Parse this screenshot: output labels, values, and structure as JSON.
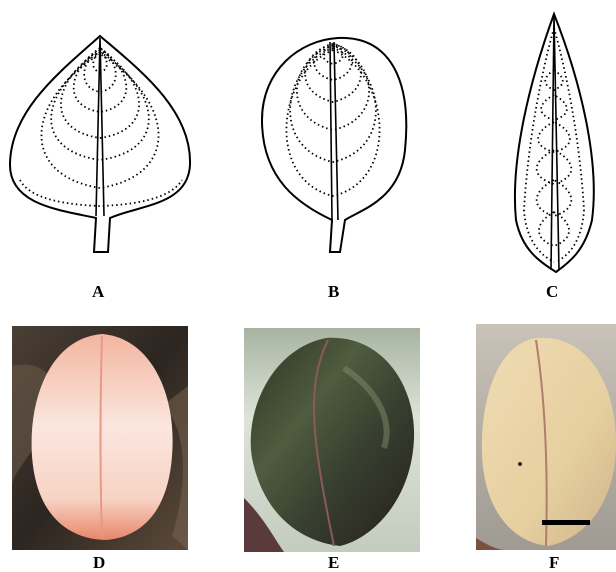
{
  "panels": {
    "a": {
      "label": "A"
    },
    "b": {
      "label": "B"
    },
    "c": {
      "label": "C"
    },
    "d": {
      "label": "D"
    },
    "e": {
      "label": "E"
    },
    "f": {
      "label": "F"
    }
  },
  "colors": {
    "outline": "#000000",
    "photo_d_bg": "#3a3129",
    "photo_d_leaf": "#f6cfc0",
    "photo_e_bg": "#c9d4c6",
    "photo_e_leaf": "#3c4232",
    "photo_f_bg": "#b5b0a8",
    "photo_f_leaf": "#e8d2a8",
    "scale_bar": "#000000"
  }
}
